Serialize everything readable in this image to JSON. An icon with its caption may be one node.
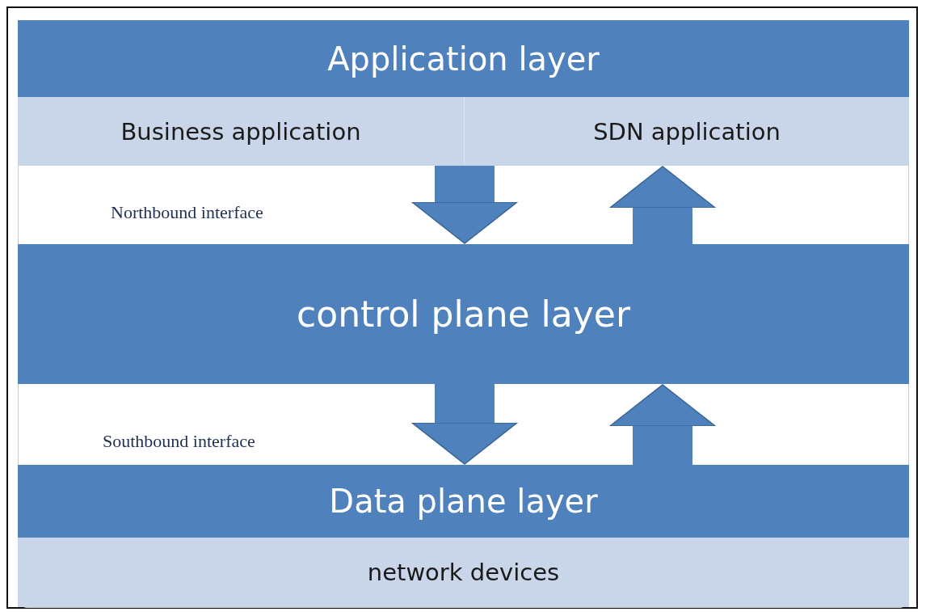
{
  "diagram": {
    "nodes": [
      {
        "text": [
          "Application layer"
        ]
      },
      {
        "text": [
          "Business application"
        ]
      },
      {
        "text": [
          "SDN application"
        ]
      },
      {
        "text": [
          "control plane layer"
        ]
      },
      {
        "text": [
          "Data plane layer"
        ]
      },
      {
        "text": [
          "network devices"
        ]
      }
    ],
    "edges": [
      {
        "from": 1,
        "to": 3,
        "arrow": "to"
      },
      {
        "from": 3,
        "to": 2,
        "arrow": "to"
      },
      {
        "from": 3,
        "to": 4,
        "arrow": "to"
      },
      {
        "from": 4,
        "to": 3,
        "arrow": "to"
      }
    ],
    "labels": [
      "Northbound interface",
      "Southbound interface"
    ]
  }
}
